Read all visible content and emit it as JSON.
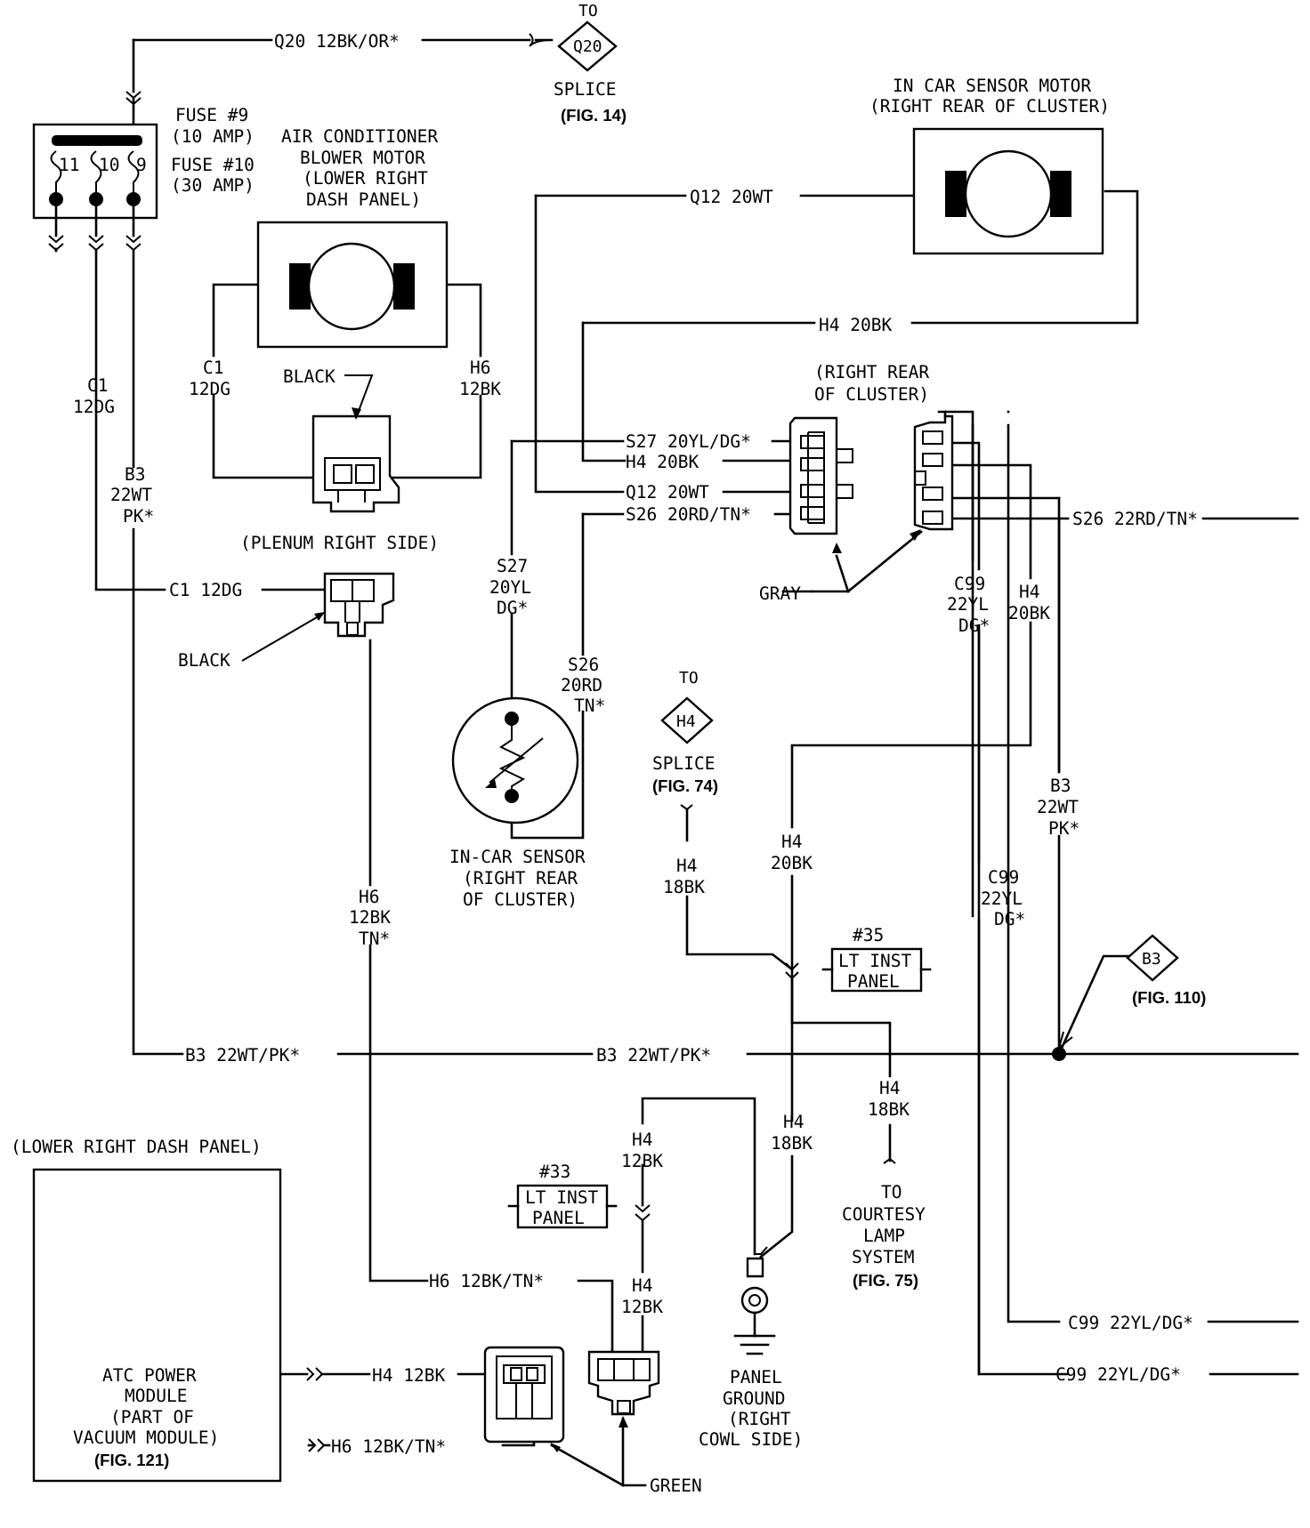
{
  "fuse_block": {
    "fuse9": "FUSE #9",
    "fuse9_amp": "(10 AMP)",
    "fuse10": "FUSE #10",
    "fuse10_amp": "(30 AMP)",
    "pin11": "11",
    "pin10": "10",
    "pin9": "9"
  },
  "blower": {
    "l1": "AIR CONDITIONER",
    "l2": "BLOWER MOTOR",
    "l3": "(LOWER RIGHT",
    "l4": "DASH PANEL)"
  },
  "car_sensor_motor": {
    "l1": "IN CAR SENSOR MOTOR",
    "l2": "(RIGHT REAR OF CLUSTER)"
  },
  "splice_q20": {
    "to": "TO",
    "code": "Q20",
    "label": "SPLICE",
    "fig": "(FIG. 14)"
  },
  "splice_h4": {
    "to": "TO",
    "code": "H4",
    "label": "SPLICE",
    "fig": "(FIG. 74)"
  },
  "splice_b3": {
    "code": "B3",
    "fig": "(FIG. 110)"
  },
  "cluster_conn": {
    "l1": "(RIGHT REAR",
    "l2": "OF CLUSTER)",
    "gray": "GRAY"
  },
  "in_car_sensor": {
    "l1": "IN-CAR SENSOR",
    "l2": "(RIGHT REAR",
    "l3": "OF CLUSTER)"
  },
  "plenum": {
    "label": "(PLENUM RIGHT SIDE)",
    "black_top": "BLACK",
    "black_bottom": "BLACK"
  },
  "panels": {
    "p35_num": "#35",
    "p35_l1": "LT INST",
    "p35_l2": "PANEL",
    "p33_num": "#33",
    "p33_l1": "LT INST",
    "p33_l2": "PANEL"
  },
  "atc": {
    "location": "(LOWER RIGHT DASH PANEL)",
    "l1": "ATC POWER",
    "l2": "MODULE",
    "l3": "(PART OF",
    "l4": "VACUUM MODULE)",
    "fig": "(FIG. 121)"
  },
  "ground": {
    "l1": "PANEL",
    "l2": "GROUND",
    "l3": "(RIGHT",
    "l4": "COWL SIDE)"
  },
  "courtesy": {
    "l1": "TO",
    "l2": "COURTESY",
    "l3": "LAMP",
    "l4": "SYSTEM",
    "fig": "(FIG. 75)"
  },
  "green": "GREEN",
  "wires": {
    "q20": "Q20 12BK/OR*",
    "q12_top": "Q12 20WT",
    "h4_20bk_top": "H4 20BK",
    "c1_12dg_v1": "C1",
    "c1_12dg_v2": "12DG",
    "c1_blower_1": "C1",
    "c1_blower_2": "12DG",
    "h6_blower_1": "H6",
    "h6_blower_2": "12BK",
    "b3_left_1": "B3",
    "b3_left_2": "22WT",
    "b3_left_3": "PK*",
    "c1_horiz": "C1 12DG",
    "s27_in": "S27 20YL/DG*",
    "h4_in": "H4 20BK",
    "q12_in": "Q12 20WT",
    "s26_in": "S26 20RD/TN*",
    "s26_out": "S26 22RD/TN*",
    "s27_v1": "S27",
    "s27_v2": "20YL",
    "s27_v3": "DG*",
    "s26_v1": "S26",
    "s26_v2": "20RD",
    "s26_v3": "TN*",
    "c99_a1": "C99",
    "c99_a2": "22YL",
    "c99_a3": "DG*",
    "h4_r1": "H4",
    "h4_r2": "20BK",
    "b3_r1": "B3",
    "b3_r2": "22WT",
    "b3_r3": "PK*",
    "h4_m1": "H4",
    "h4_m2": "20BK",
    "c99_b1": "C99",
    "c99_b2": "22YL",
    "c99_b3": "DG*",
    "h4_18_a1": "H4",
    "h4_18_a2": "18BK",
    "h6_v1": "H6",
    "h6_v2": "12BK",
    "h6_v3": "TN*",
    "b3_main_l": "B3 22WT/PK*",
    "b3_main_m": "B3 22WT/PK*",
    "h4_18_b1": "H4",
    "h4_18_b2": "18BK",
    "h4_18_c1": "H4",
    "h4_18_c2": "18BK",
    "h4_12_a1": "H4",
    "h4_12_a2": "12BK",
    "h4_12_b1": "H4",
    "h4_12_b2": "12BK",
    "h6_horiz": "H6 12BK/TN*",
    "h4_atc": "H4 12BK",
    "h6_atc": "H6 12BK/TN*",
    "c99_bot1": "C99 22YL/DG*",
    "c99_bot2": "C99 22YL/DG*"
  }
}
